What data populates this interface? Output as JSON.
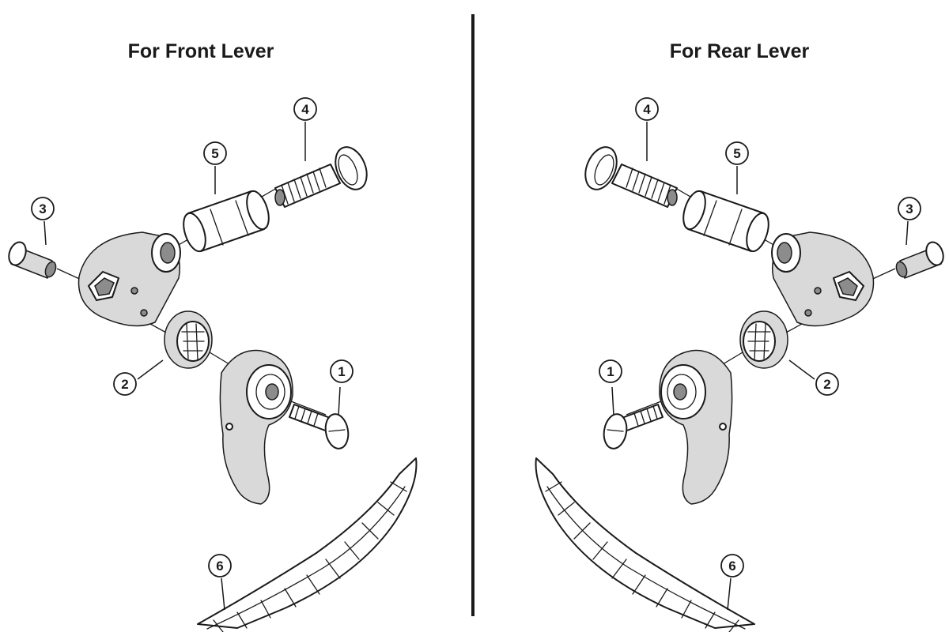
{
  "panels": {
    "front": {
      "title": "For Front Lever"
    },
    "rear": {
      "title": "For Rear Lever"
    }
  },
  "callouts": {
    "c1": "1",
    "c2": "2",
    "c3": "3",
    "c4": "4",
    "c5": "5",
    "c6": "6"
  }
}
